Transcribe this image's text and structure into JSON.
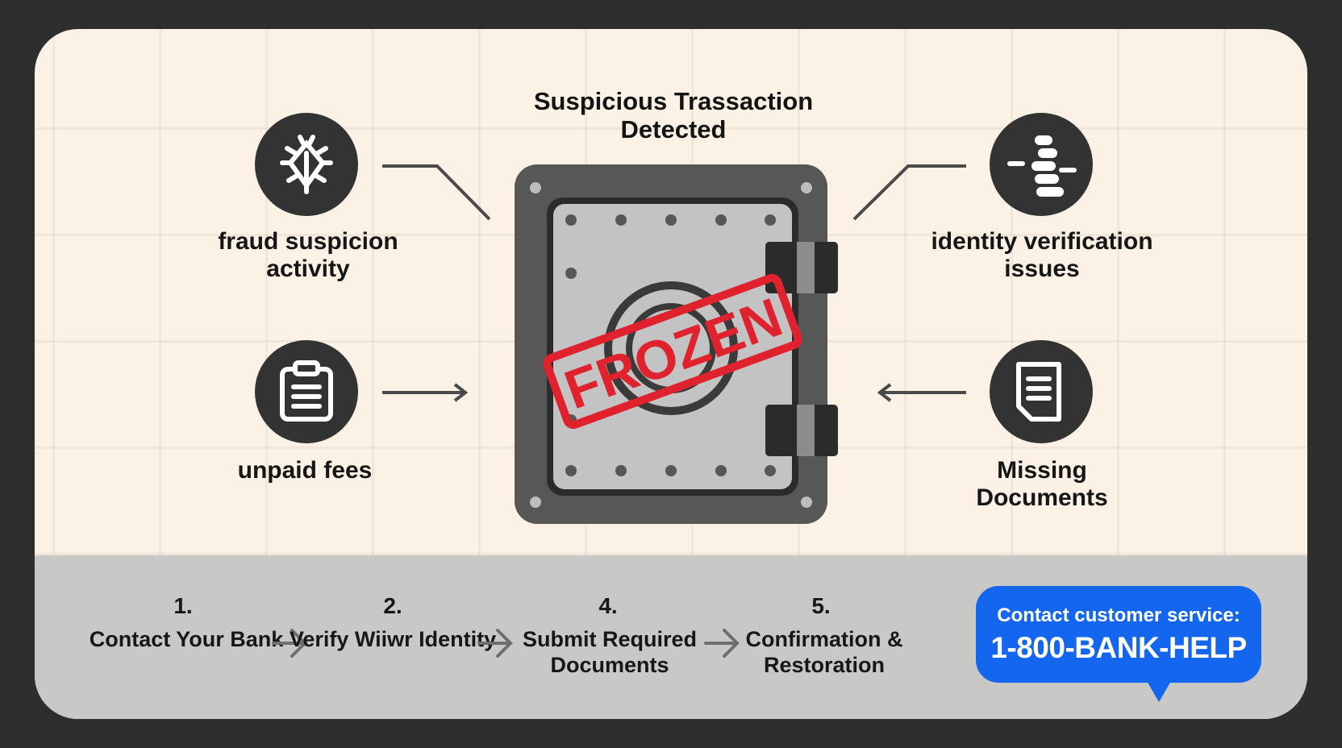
{
  "title": "Suspicious Trassaction Detected",
  "stamp_text": "FROZEN",
  "reasons": [
    {
      "label": "fraud suspicion activity",
      "icon": "bug-icon"
    },
    {
      "label": "identity verification issues",
      "icon": "coin-stack-icon"
    },
    {
      "label": "unpaid fees",
      "icon": "clipboard-icon"
    },
    {
      "label": "Missing Documents",
      "icon": "document-icon"
    }
  ],
  "steps": [
    {
      "number": "1.",
      "label": "Contact Your Bank"
    },
    {
      "number": "2.",
      "label": "Verify Wiiwr Identity"
    },
    {
      "number": "4.",
      "label": "Submit Required Documents"
    },
    {
      "number": "5.",
      "label": "Confirmation & Restoration"
    }
  ],
  "contact": {
    "label": "Contact customer service:",
    "phone": "1-800-BANK-HELP"
  },
  "colors": {
    "background": "#2e2e2e",
    "panel": "#fbf1e4",
    "steps_bar": "#c8c8c6",
    "icon_circle": "#333333",
    "stamp": "#e0212e",
    "contact_bubble": "#1466ee"
  }
}
